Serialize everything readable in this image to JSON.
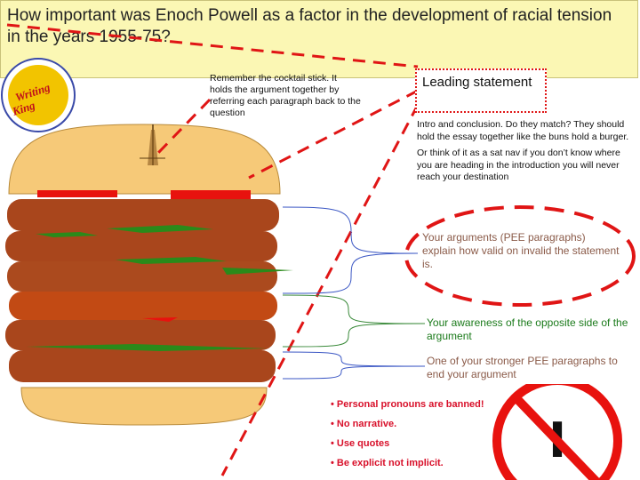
{
  "title": "How important was Enoch Powell as a factor in the development of racial tension in the years 1955-75?",
  "logo": {
    "line1": "Writing",
    "line2": "King"
  },
  "notes": {
    "stick": "Remember the cocktail stick. It holds the argument together by referring each paragraph back to the question",
    "leading": "Leading statement",
    "intro_1": "Intro and conclusion. Do they match? They should hold the essay together like the buns hold a burger.",
    "intro_2": "Or think of it as a sat nav if you don’t know where you are heading in the introduction you will never reach your destination",
    "arguments": "Your arguments (PEE paragraphs) explain how valid on invalid the statement is.",
    "opposite": "Your awareness of the opposite side of the argument",
    "stronger": "One of your stronger PEE paragraphs to end your argument"
  },
  "rules": [
    "Personal pronouns are banned!",
    "No narrative.",
    "Use quotes",
    "Be explicit not implicit."
  ],
  "no_sign_letter": "I",
  "colors": {
    "banner": "#fbf7b4",
    "bun": "#f6c978",
    "patty": "#a9461c",
    "lettuce": "#2a8a1a",
    "tomato": "#e8120e",
    "dashed_red": "#e01515",
    "brace_blue": "#3b57c4",
    "brace_green": "#3a8a3a"
  }
}
